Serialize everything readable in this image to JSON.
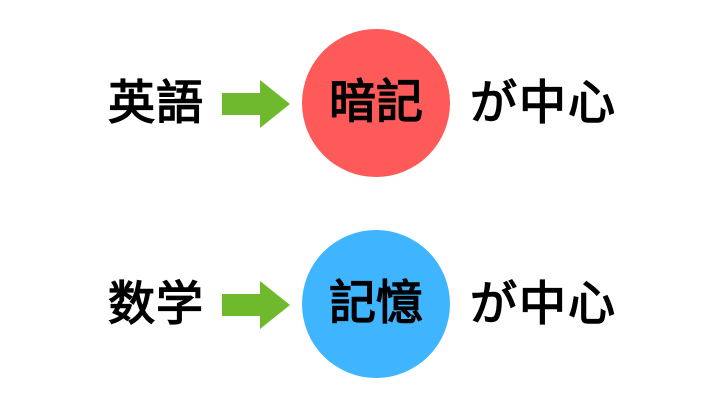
{
  "colors": {
    "arrow": "#6fba2c",
    "circle_1": "#ff5a5a",
    "circle_2": "#3fb4ff",
    "text": "#000000",
    "background": "#ffffff"
  },
  "rows": [
    {
      "subject": "英語",
      "arrow_icon": "right-arrow-icon",
      "focus": "暗記",
      "suffix": "が中心"
    },
    {
      "subject": "数学",
      "arrow_icon": "right-arrow-icon",
      "focus": "記憶",
      "suffix": "が中心"
    }
  ]
}
